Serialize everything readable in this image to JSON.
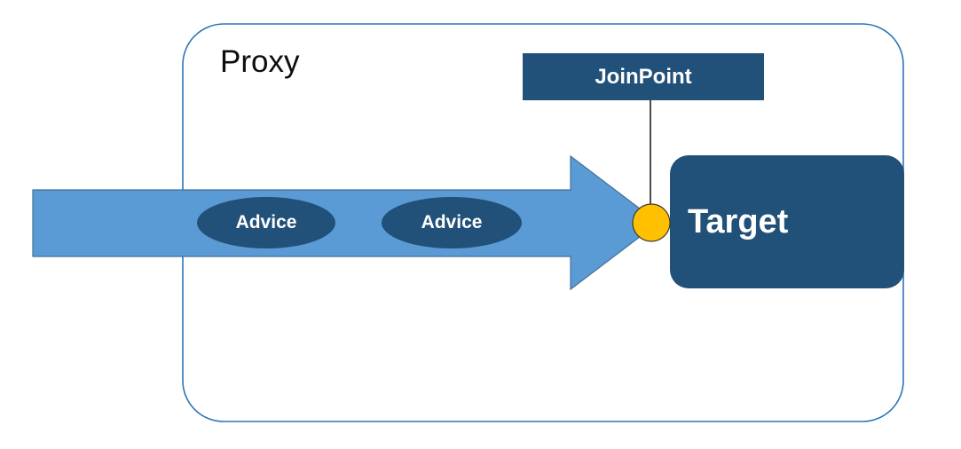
{
  "diagram": {
    "title": "AOP Proxy / JoinPoint / Advice / Target diagram",
    "background_color": "#ffffff",
    "colors": {
      "navy": "#215078",
      "arrow_blue": "#5B9BD5",
      "arrow_blue_stroke": "#41719C",
      "gold": "#FFC000",
      "gold_stroke": "#3A3A3A",
      "container_border": "#2E75B6",
      "connector_line": "#000000",
      "caption_text": "#0d0d0d",
      "node_text": "#ffffff"
    },
    "container": {
      "label": "Proxy",
      "shape": "rounded-rectangle",
      "fill": "none",
      "stroke": "#2E75B6"
    },
    "flow_arrow": {
      "name": "request-flow-arrow",
      "direction": "left-to-right",
      "fill": "#5B9BD5"
    },
    "nodes": [
      {
        "id": "advice-1",
        "label": "Advice",
        "shape": "ellipse",
        "fill": "#215078"
      },
      {
        "id": "advice-2",
        "label": "Advice",
        "shape": "ellipse",
        "fill": "#215078"
      },
      {
        "id": "joinpoint",
        "label": "JoinPoint",
        "shape": "rectangle",
        "fill": "#215078"
      },
      {
        "id": "joinpoint-marker",
        "label": "",
        "shape": "circle",
        "fill": "#FFC000"
      },
      {
        "id": "target",
        "label": "Target",
        "shape": "rounded-rectangle",
        "fill": "#215078"
      }
    ],
    "connector": {
      "name": "joinpoint-to-marker-connector",
      "from": "joinpoint",
      "to": "joinpoint-marker",
      "style": "solid-line",
      "color": "#000000"
    }
  }
}
